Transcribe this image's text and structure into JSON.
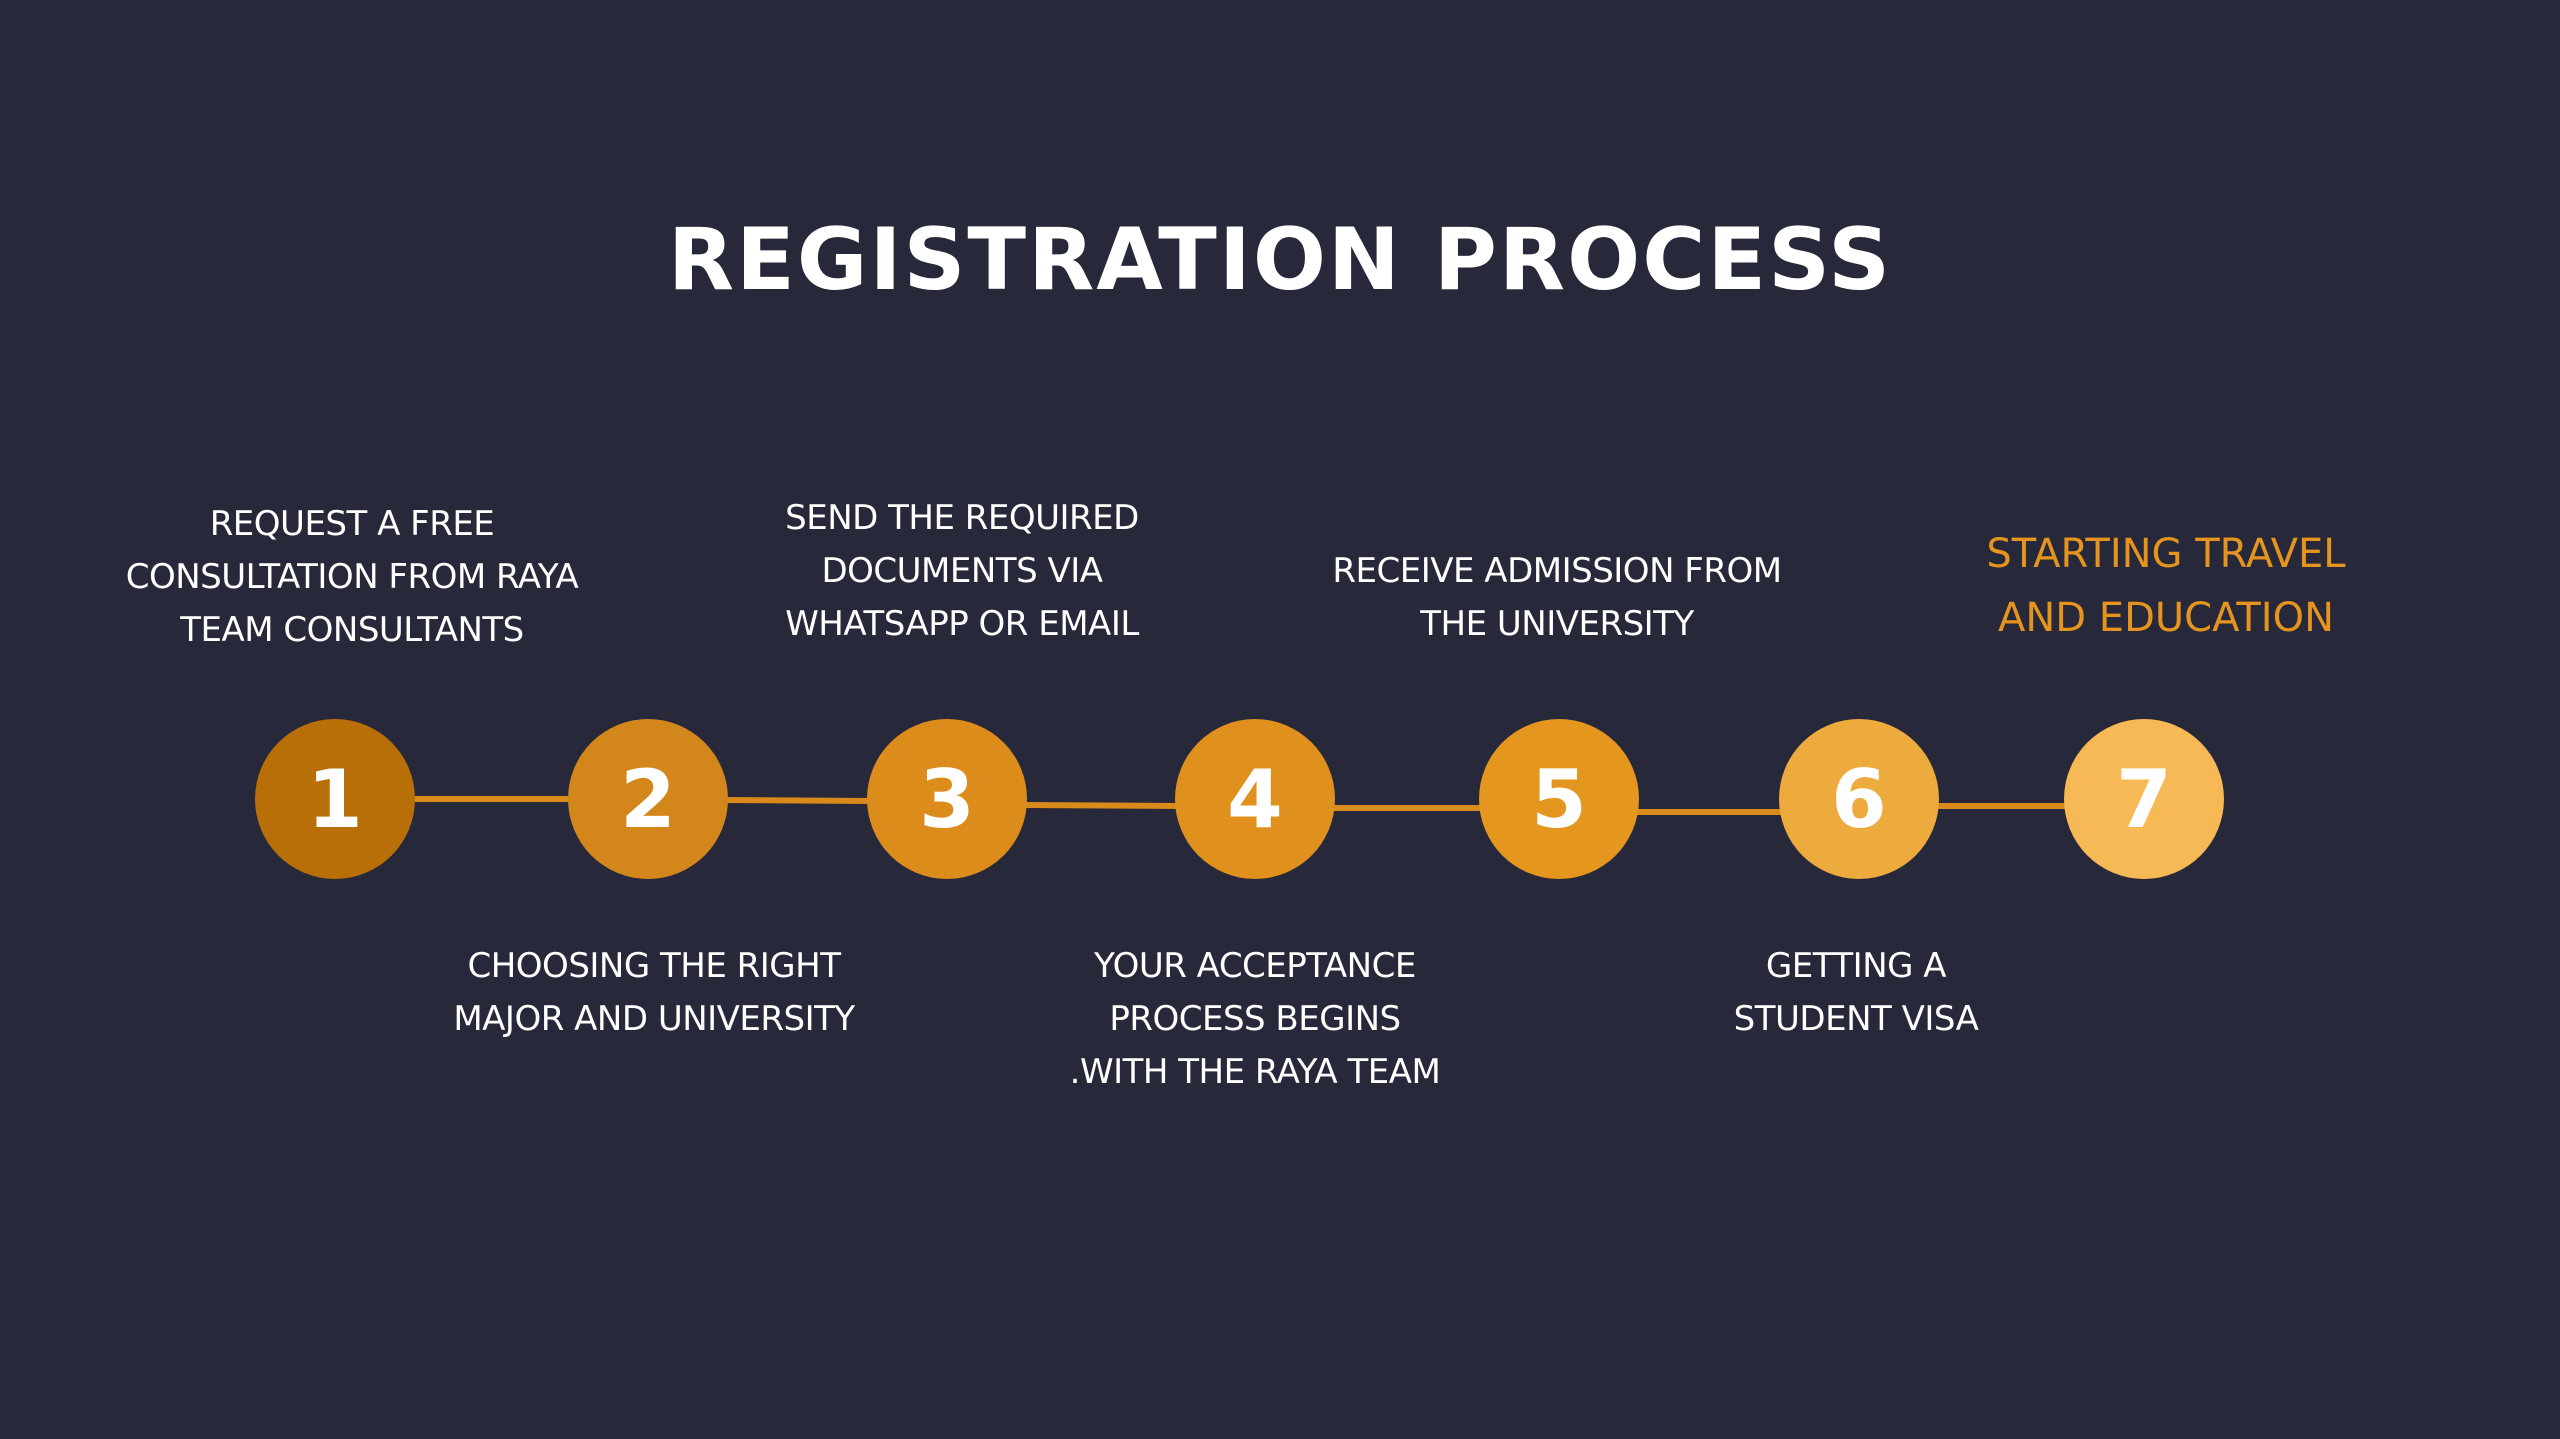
{
  "title": "REGISTRATION PROCESS",
  "colors": {
    "background": "#272839",
    "line": "#d98a1b",
    "accent_text": "#e5941d"
  },
  "steps": [
    {
      "number": "1",
      "label": "REQUEST A FREE\nCONSULTATION FROM RAYA\nTEAM CONSULTANTS",
      "color": "#b86f07"
    },
    {
      "number": "2",
      "label": "CHOOSING THE RIGHT\nMAJOR AND UNIVERSITY",
      "color": "#d3861a"
    },
    {
      "number": "3",
      "label": "SEND THE REQUIRED\nDOCUMENTS VIA\nWHATSAPP OR EMAIL",
      "color": "#dc8c1b"
    },
    {
      "number": "4",
      "label": "YOUR ACCEPTANCE\nPROCESS BEGINS\n.WITH THE RAYA TEAM",
      "color": "#e0901c"
    },
    {
      "number": "5",
      "label": "RECEIVE ADMISSION FROM\nTHE UNIVERSITY",
      "color": "#e4961f"
    },
    {
      "number": "6",
      "label": "GETTING A\nSTUDENT VISA",
      "color": "#edaa3d"
    },
    {
      "number": "7",
      "label": "STARTING TRAVEL\nAND EDUCATION",
      "color": "#f7b955"
    }
  ]
}
